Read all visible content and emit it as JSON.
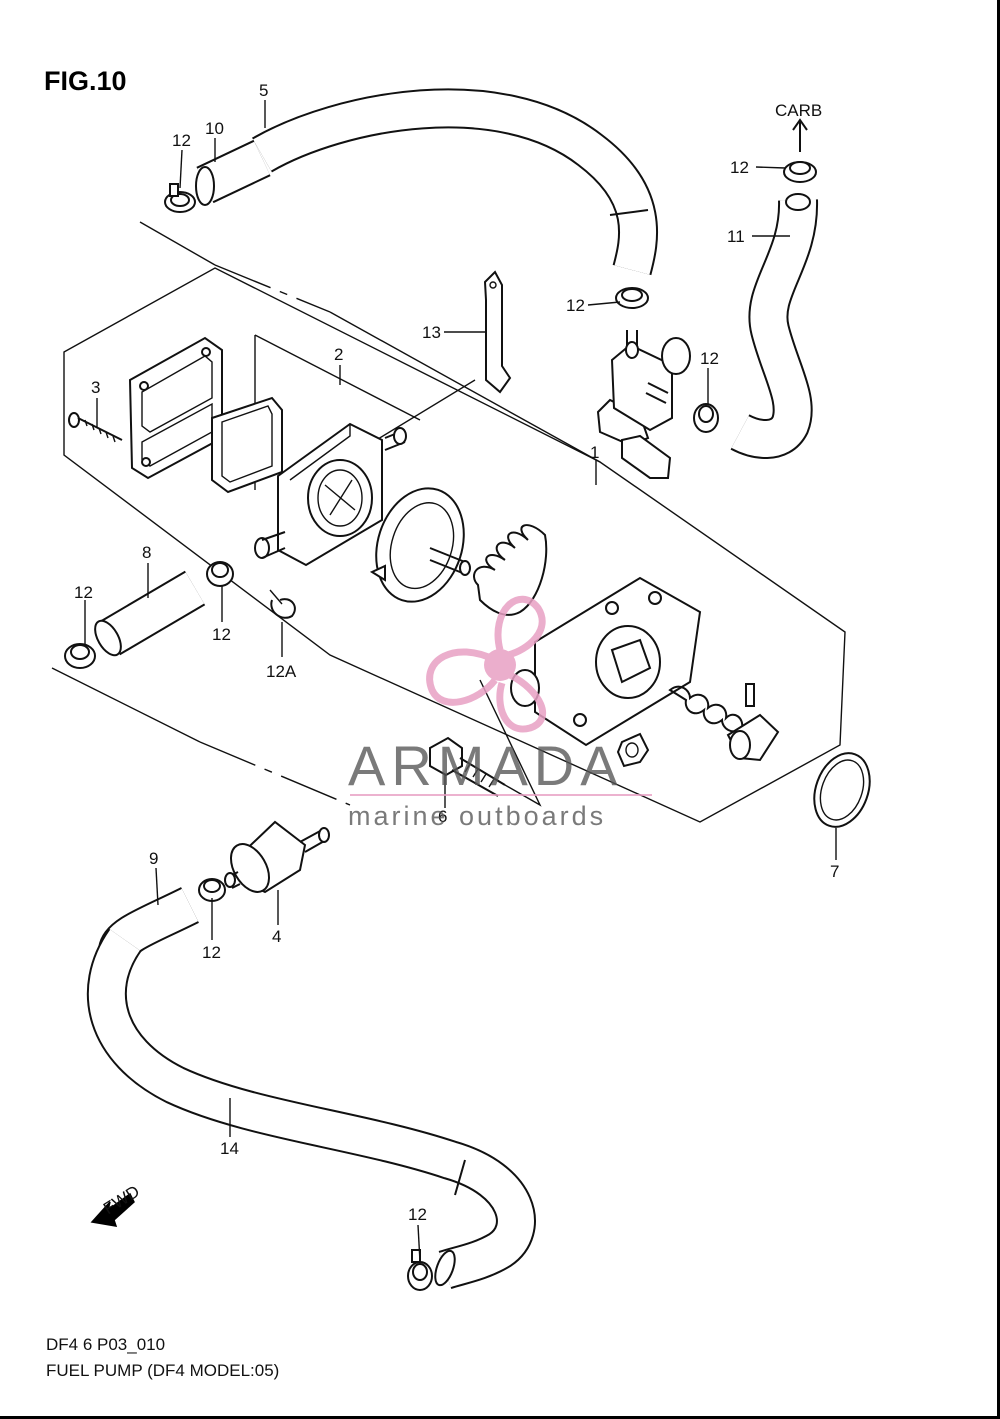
{
  "figure": {
    "title": "FIG.10",
    "code": "DF4 6 P03_010",
    "caption": "FUEL PUMP (DF4 MODEL:05)"
  },
  "callouts": {
    "c1": "1",
    "c2": "2",
    "c3": "3",
    "c4": "4",
    "c5": "5",
    "c6": "6",
    "c7": "7",
    "c8": "8",
    "c9": "9",
    "c10": "10",
    "c11": "11",
    "c13": "13",
    "c14": "14",
    "c12a": "12",
    "c12b": "12",
    "c12c": "12",
    "c12d": "12",
    "c12e": "12",
    "c12f": "12",
    "c12g": "12",
    "c12h": "12",
    "c12A": "12A",
    "carb": "CARB",
    "fwd": "FWD"
  },
  "watermark": {
    "brand": "ARMADA",
    "tagline": "marine outboards"
  },
  "colors": {
    "line": "#111111",
    "watermark_text": "#555555",
    "watermark_logo": "#e8a0c4"
  }
}
